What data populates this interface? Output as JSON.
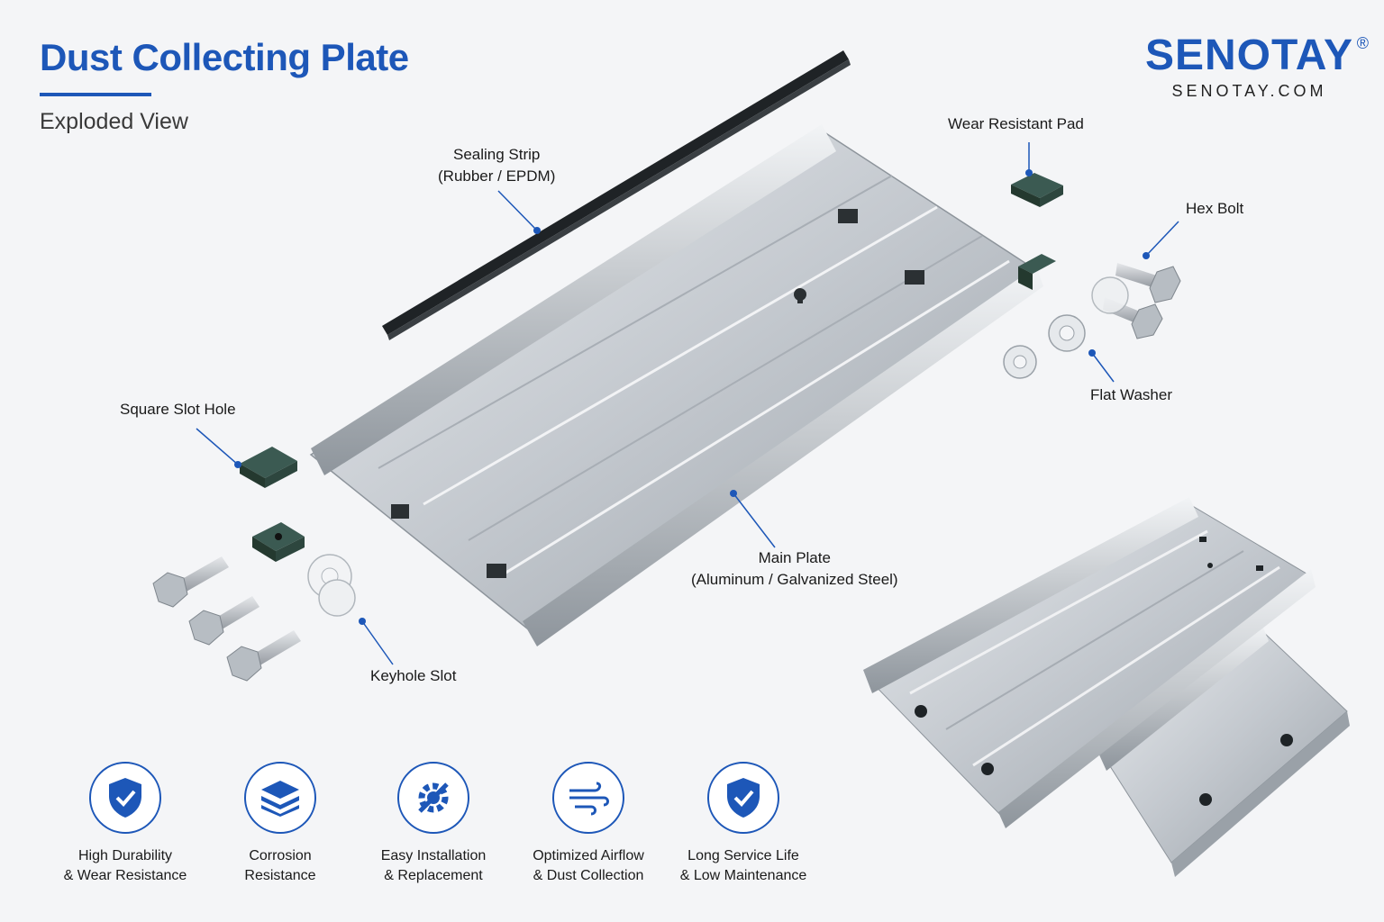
{
  "header": {
    "title": "Dust Collecting Plate",
    "subtitle": "Exploded View"
  },
  "brand": {
    "name": "SENOTAY",
    "registered": "®",
    "url": "SENOTAY.COM"
  },
  "callouts": {
    "sealing_strip": {
      "line1": "Sealing Strip",
      "line2": "(Rubber / EPDM)"
    },
    "wear_pad": {
      "line1": "Wear Resistant Pad"
    },
    "hex_bolt": {
      "line1": "Hex Bolt"
    },
    "flat_washer": {
      "line1": "Flat Washer"
    },
    "square_slot": {
      "line1": "Square Slot Hole"
    },
    "main_plate": {
      "line1": "Main Plate",
      "line2": "(Aluminum / Galvanized Steel)"
    },
    "keyhole_slot": {
      "line1": "Keyhole Slot"
    }
  },
  "features": [
    {
      "icon": "shield-check-icon",
      "line1": "High Durability",
      "line2": "& Wear Resistance"
    },
    {
      "icon": "layers-icon",
      "line1": "Corrosion",
      "line2": "Resistance"
    },
    {
      "icon": "gear-wrench-icon",
      "line1": "Easy Installation",
      "line2": "& Replacement"
    },
    {
      "icon": "airflow-icon",
      "line1": "Optimized Airflow",
      "line2": "& Dust Collection"
    },
    {
      "icon": "shield-check-icon",
      "line1": "Long Service Life",
      "line2": "& Low Maintenance"
    }
  ],
  "colors": {
    "accent": "#1d57b8",
    "metal": "#c7ccd2",
    "rubber": "#1f2326",
    "pad": "#2f4a43"
  }
}
